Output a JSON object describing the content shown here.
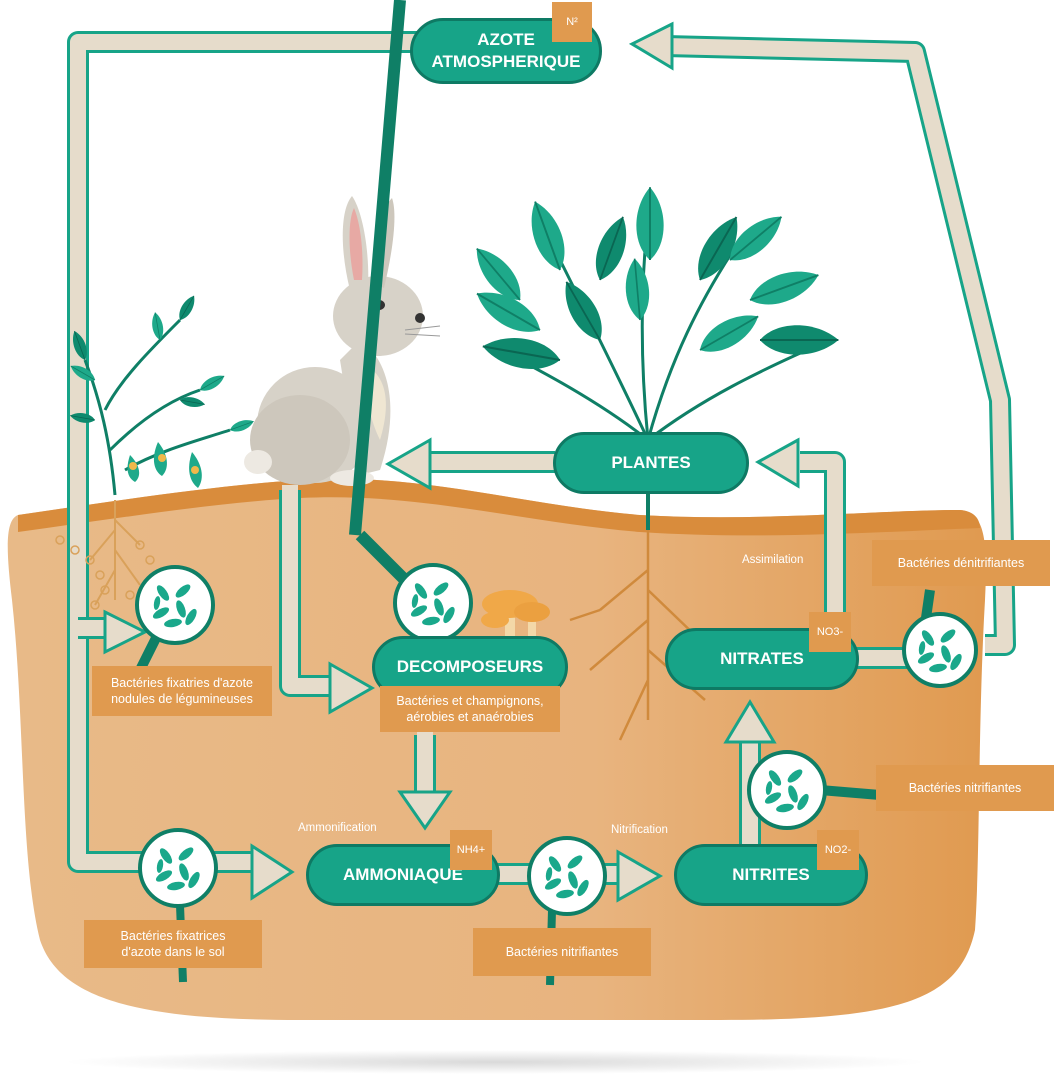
{
  "nodes": {
    "azote_line1": "AZOTE",
    "azote_line2": "ATMOSPHERIQUE",
    "plantes": "PLANTES",
    "decomposeurs": "DECOMPOSEURS",
    "nitrates": "NITRATES",
    "ammoniaque": "AMMONIAQUE",
    "nitrites": "NITRITES"
  },
  "formulas": {
    "n2": "N²",
    "no3": "NO3-",
    "nh4": "NH4+",
    "no2": "NO2-"
  },
  "processes": {
    "assimilation": "Assimilation",
    "ammonification": "Ammonification",
    "nitrification": "Nitrification"
  },
  "labels": {
    "fixatrices_nodules_1": "Bactéries fixatries d'azote",
    "fixatrices_nodules_2": "nodules de légumineuses",
    "decomposeurs_1": "Bactéries et champignons,",
    "decomposeurs_2": "aérobies et anaérobies",
    "denitrifiantes": "Bactéries dénitrifiantes",
    "nitrifiantes_right": "Bactéries nitrifiantes",
    "fixatrices_sol_1": "Bactéries fixatrices",
    "fixatrices_sol_2": "d'azote dans le sol",
    "nitrifiantes_bottom": "Bactéries nitrifiantes"
  },
  "colors": {
    "node_green": "#17a488",
    "node_border": "#0e7a64",
    "arrow_fill": "#e6dccb",
    "arrow_border": "#17a488",
    "soil": "#e8b47f",
    "soil_top": "#d98c3c",
    "label_bg": "#e09a4f"
  },
  "icons": {
    "animal": "rabbit-icon",
    "plant": "plant-icon",
    "legume": "legume-plant-icon",
    "fungi": "mushroom-icon",
    "bacteria": "bacteria-magnifier-icon"
  }
}
